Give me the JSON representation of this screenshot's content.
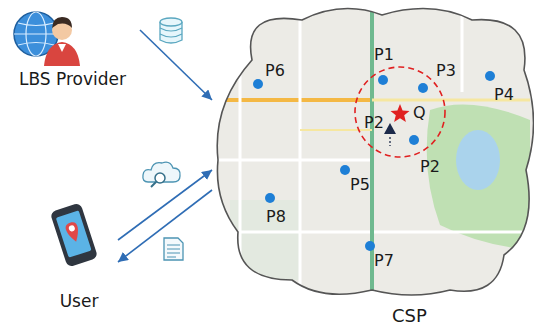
{
  "diagram": {
    "nodes": [
      {
        "text": [
          "LBS Provider"
        ]
      },
      {
        "text": [
          "User"
        ]
      },
      {
        "text": [
          "CSP"
        ]
      }
    ],
    "edges": [
      {
        "from": 0,
        "to": 2,
        "arrow": "to"
      },
      {
        "from": 1,
        "to": 2,
        "arrow": "to"
      },
      {
        "from": 2,
        "to": 1,
        "arrow": "to"
      }
    ],
    "labels": [
      "P1",
      "P3",
      "P4",
      "P6",
      "Q",
      "P2",
      "P2",
      "P5",
      "P8",
      "P7"
    ]
  }
}
